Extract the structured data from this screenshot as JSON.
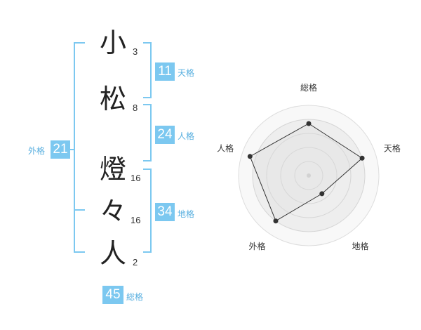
{
  "name": {
    "chars": [
      {
        "char": "小",
        "strokes": "3"
      },
      {
        "char": "松",
        "strokes": "8"
      },
      {
        "char": "燈",
        "strokes": "16"
      },
      {
        "char": "々",
        "strokes": "16"
      },
      {
        "char": "人",
        "strokes": "2"
      }
    ]
  },
  "kaku": {
    "tenkaku": {
      "value": "11",
      "label": "天格"
    },
    "jinkaku": {
      "value": "24",
      "label": "人格"
    },
    "chikaku": {
      "value": "34",
      "label": "地格"
    },
    "gaikaku": {
      "value": "21",
      "label": "外格"
    },
    "soukaku": {
      "value": "45",
      "label": "総格"
    }
  },
  "colors": {
    "accent": "#7cc8f0",
    "label": "#5ab0e0"
  },
  "chart_data": {
    "type": "radar",
    "axes": [
      "総格",
      "天格",
      "地格",
      "外格",
      "人格"
    ],
    "values": [
      3.7,
      4.0,
      1.6,
      4.0,
      4.4
    ],
    "rmax": 5,
    "rings": 4
  }
}
